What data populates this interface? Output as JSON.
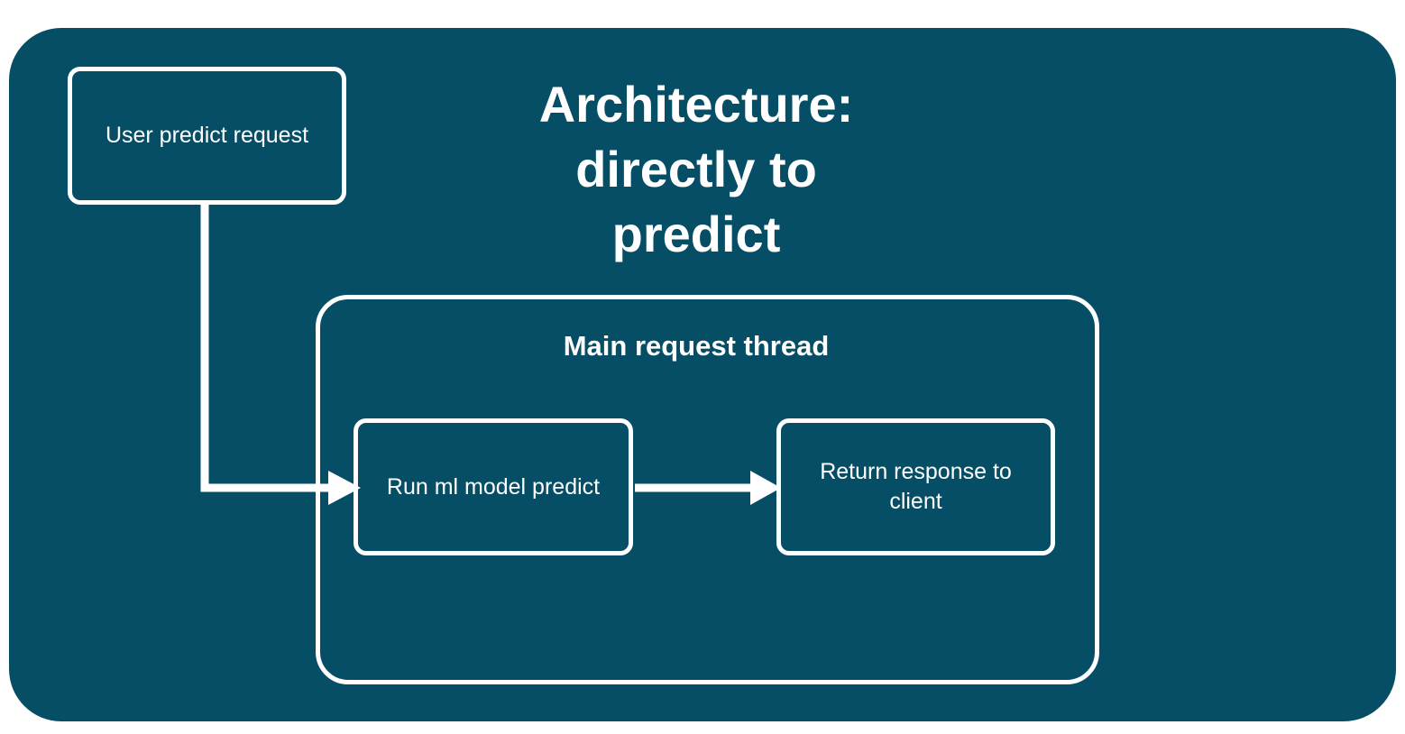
{
  "colors": {
    "background": "#064e66",
    "foreground": "#ffffff"
  },
  "title": "Architecture:\ndirectly to\npredict",
  "nodes": {
    "user_request": "User predict request",
    "main_thread": "Main request thread",
    "run_model": "Run ml model predict",
    "return_response": "Return response to client"
  },
  "edges": [
    {
      "from": "user_request",
      "to": "run_model"
    },
    {
      "from": "run_model",
      "to": "return_response"
    }
  ]
}
